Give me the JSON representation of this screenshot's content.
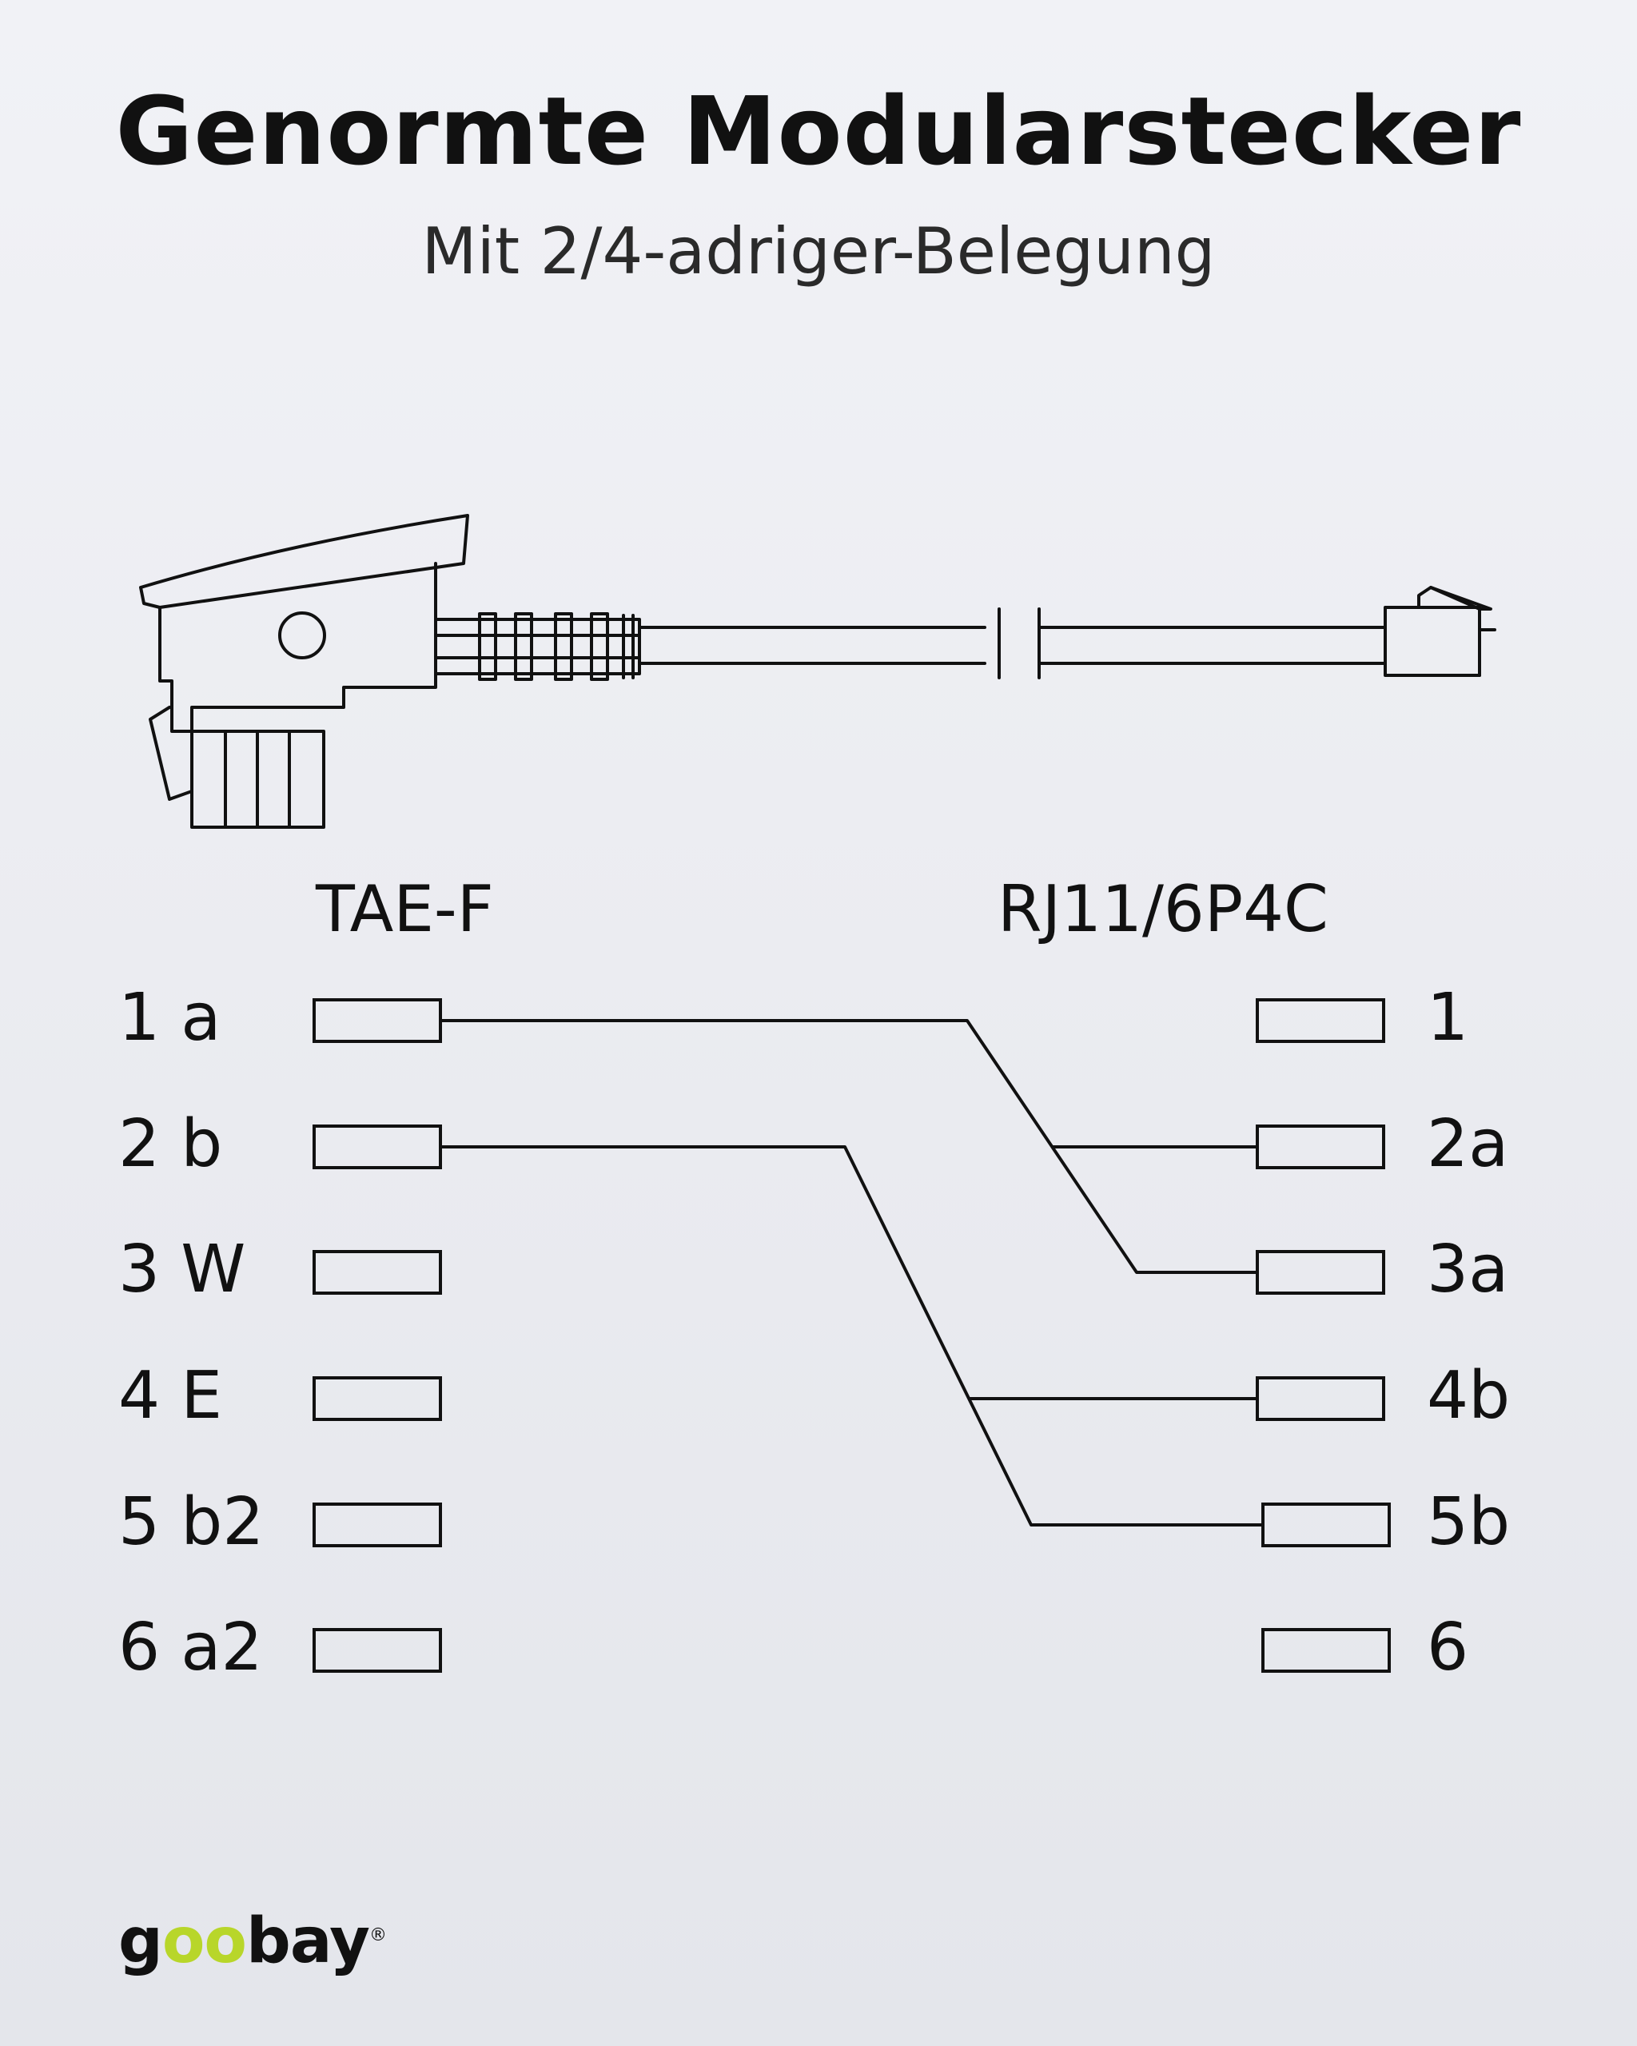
{
  "title": "Genormte Modularstecker",
  "subtitle": "Mit 2/4-adriger-Belegung",
  "left_connector": {
    "name": "TAE-F",
    "pins": [
      "1 a",
      "2 b",
      "3 W",
      "4 E",
      "5 b2",
      "6 a2"
    ]
  },
  "right_connector": {
    "name": "RJ11/6P4C",
    "pins": [
      "1",
      "2a",
      "3a",
      "4b",
      "5b",
      "6"
    ]
  },
  "wires": [
    {
      "from": "1 a",
      "to": [
        "2a",
        "3a"
      ]
    },
    {
      "from": "2 b",
      "to": [
        "4b",
        "5b"
      ]
    }
  ],
  "logo": {
    "prefix": "g",
    "highlight": "oo",
    "suffix": "bay",
    "reg": "®"
  },
  "colors": {
    "line": "#111111",
    "logo_accent": "#b8d62a",
    "background": "#eceef2"
  }
}
